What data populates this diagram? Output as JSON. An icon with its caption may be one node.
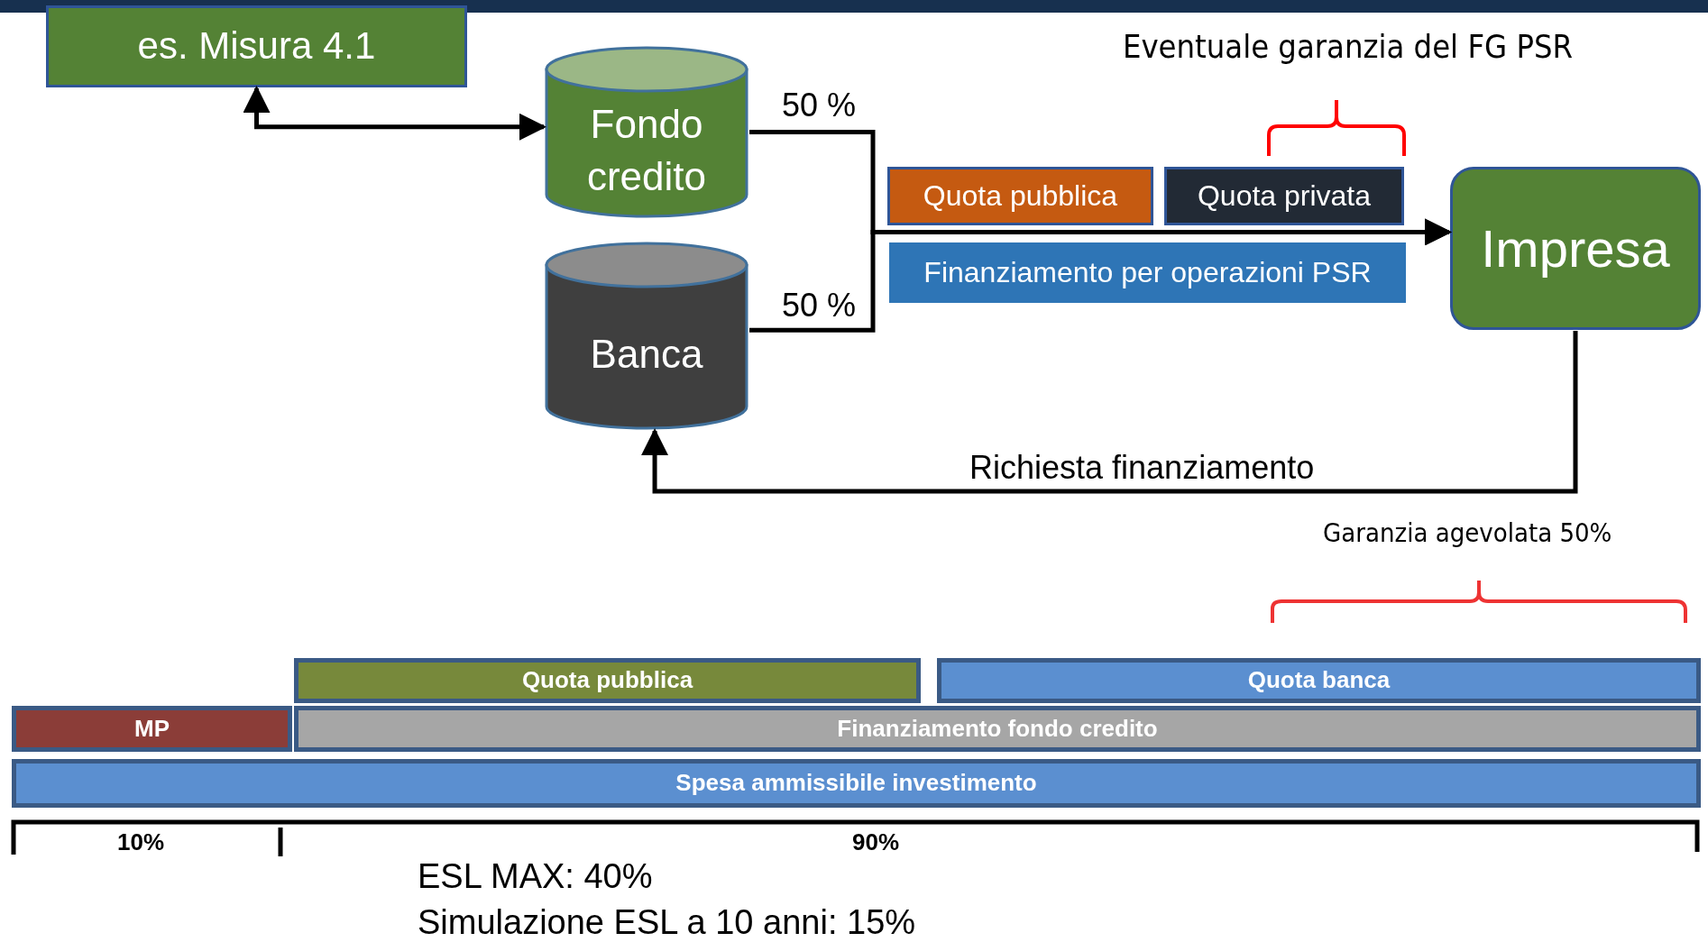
{
  "diagram": {
    "nodes": [
      {
        "text": [
          "es. Misura 4.1"
        ]
      },
      {
        "text": [
          "Fondo credito"
        ]
      },
      {
        "text": [
          "Banca"
        ]
      },
      {
        "text": [
          "Quota pubblica"
        ]
      },
      {
        "text": [
          "Quota privata"
        ]
      },
      {
        "text": [
          "Finanziamento per operazioni PSR"
        ]
      },
      {
        "text": [
          "Impresa"
        ]
      },
      {
        "text": [
          "Quota pubblica"
        ]
      },
      {
        "text": [
          "Quota banca"
        ]
      },
      {
        "text": [
          "MP"
        ]
      },
      {
        "text": [
          "Finanziamento fondo credito"
        ]
      },
      {
        "text": [
          "Spesa ammissibile investimento"
        ]
      }
    ],
    "edges": [
      {
        "from": 0,
        "to": 1,
        "arrow": "both"
      },
      {
        "from": 1,
        "to": 6,
        "arrow": "to",
        "label": "50 %"
      },
      {
        "from": 2,
        "to": 6,
        "arrow": "to",
        "label": "50 %"
      },
      {
        "from": 6,
        "to": 2,
        "arrow": "to",
        "label": "Richiesta finanziamento"
      }
    ],
    "labels": [
      "Eventuale garanzia del FG PSR",
      "Garanzia agevolata 50%",
      "10%",
      "90%",
      "ESL MAX: 40%",
      "Simulazione ESL a 10 anni: 15%"
    ]
  }
}
